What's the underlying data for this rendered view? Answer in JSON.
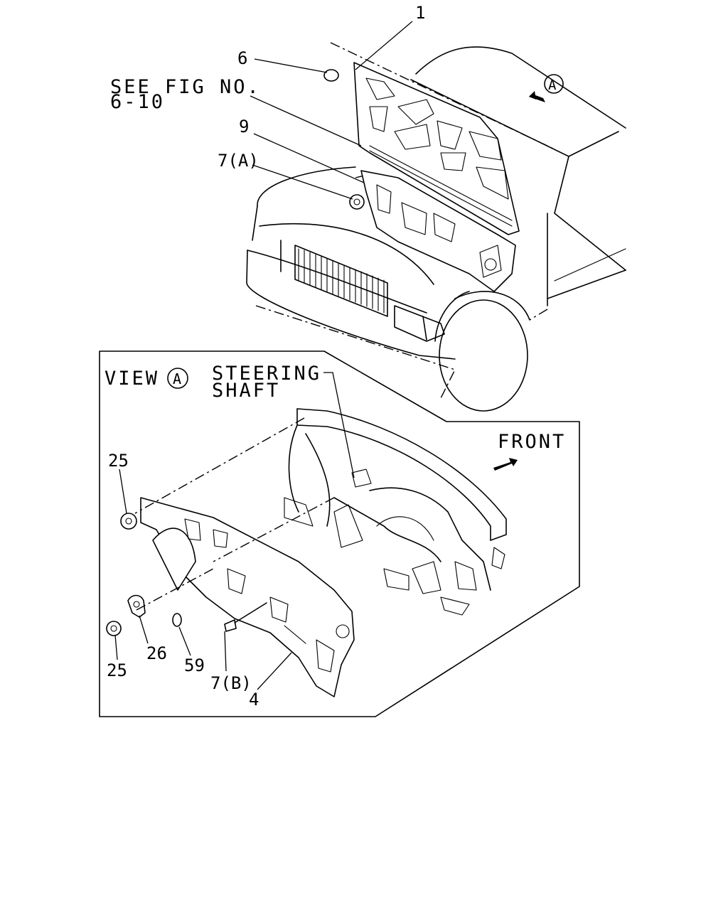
{
  "upper": {
    "callouts": {
      "c1": "1",
      "c6": "6",
      "c9": "9",
      "c7a": "7(A)"
    },
    "see_fig_line1": "SEE FIG NO.",
    "see_fig_line2": "6-10",
    "view_marker": "A"
  },
  "view_panel": {
    "view_label": "VIEW",
    "view_marker": "A",
    "steering_line1": "STEERING",
    "steering_line2": "SHAFT",
    "front_label": "FRONT",
    "callouts": {
      "c25_top": "25",
      "c25_bottom": "25",
      "c26": "26",
      "c59": "59",
      "c7b": "7(B)",
      "c4": "4"
    }
  }
}
